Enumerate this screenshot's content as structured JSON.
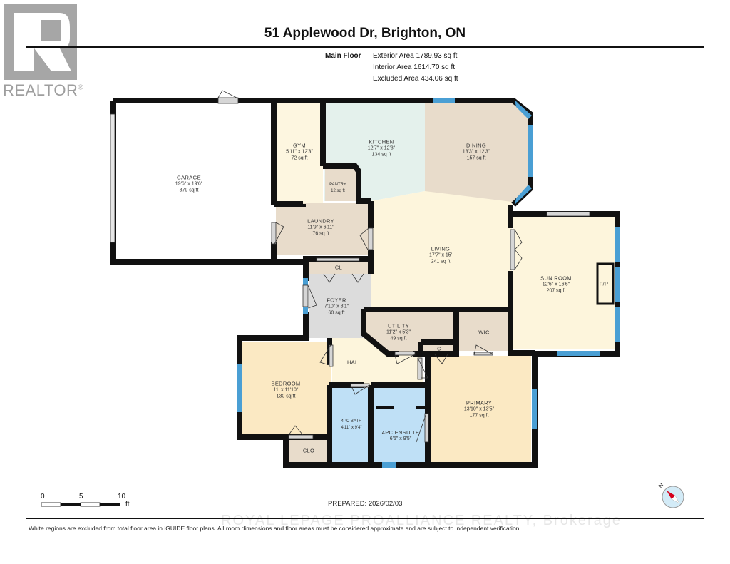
{
  "header": {
    "title": "51 Applewood Dr, Brighton, ON",
    "floor_name": "Main Floor",
    "areas": [
      "Exterior Area 1789.93 sq ft",
      "Interior Area 1614.70 sq ft",
      "Excluded Area 434.06 sq ft"
    ]
  },
  "logo": {
    "text": "REALTOR",
    "mark": "®",
    "icon": "realtor-r-logo"
  },
  "rooms": [
    {
      "id": "garage",
      "name": "GARAGE",
      "dims": "19'6\" x 19'6\"",
      "area": "379 sq ft",
      "color": "#ffffff"
    },
    {
      "id": "gym",
      "name": "GYM",
      "dims": "5'11\" x 12'3\"",
      "area": "72 sq ft",
      "color": "#fdf6e0"
    },
    {
      "id": "kitchen",
      "name": "KITCHEN",
      "dims": "12'7\" x 12'3\"",
      "area": "134 sq ft",
      "color": "#e4f1ec"
    },
    {
      "id": "dining",
      "name": "DINING",
      "dims": "13'3\" x 12'3\"",
      "area": "157 sq ft",
      "color": "#e8dccb"
    },
    {
      "id": "pantry",
      "name": "PANTRY",
      "dims": "",
      "area": "12 sq ft",
      "color": "#e8dccb"
    },
    {
      "id": "laundry",
      "name": "LAUNDRY",
      "dims": "11'9\" x 6'11\"",
      "area": "76 sq ft",
      "color": "#e8dccb"
    },
    {
      "id": "living",
      "name": "LIVING",
      "dims": "17'7\" x 15'",
      "area": "241 sq ft",
      "color": "#fdf5dc"
    },
    {
      "id": "sunroom",
      "name": "SUN ROOM",
      "dims": "12'6\" x 16'6\"",
      "area": "207 sq ft",
      "color": "#fdf5dc"
    },
    {
      "id": "fireplace",
      "name": "F/P",
      "dims": "",
      "area": "",
      "color": "#fdf5dc"
    },
    {
      "id": "cl",
      "name": "CL",
      "dims": "",
      "area": "",
      "color": "#e8dccb"
    },
    {
      "id": "foyer",
      "name": "FOYER",
      "dims": "7'10\" x 8'1\"",
      "area": "60 sq ft",
      "color": "#dcdcdc"
    },
    {
      "id": "utility",
      "name": "UTILITY",
      "dims": "11'2\" x 5'3\"",
      "area": "49 sq ft",
      "color": "#e8dccb"
    },
    {
      "id": "wic",
      "name": "WIC",
      "dims": "",
      "area": "",
      "color": "#e8dccb"
    },
    {
      "id": "c",
      "name": "C",
      "dims": "",
      "area": "",
      "color": "#e8dccb"
    },
    {
      "id": "hall",
      "name": "HALL",
      "dims": "",
      "area": "",
      "color": "#fdf5dc"
    },
    {
      "id": "bedroom",
      "name": "BEDROOM",
      "dims": "11' x 11'10\"",
      "area": "130 sq ft",
      "color": "#fbe9c3"
    },
    {
      "id": "clo",
      "name": "CLO",
      "dims": "",
      "area": "",
      "color": "#e8dccb"
    },
    {
      "id": "bath",
      "name": "4PC BATH",
      "dims": "4'11\" x 9'4\"",
      "area": "",
      "color": "#bfe0f6"
    },
    {
      "id": "ensuite",
      "name": "4PC ENSUITE",
      "dims": "6'5\" x 9'5\"",
      "area": "",
      "color": "#bfe0f6"
    },
    {
      "id": "primary",
      "name": "PRIMARY",
      "dims": "13'10\" x 13'5\"",
      "area": "177 sq ft",
      "color": "#fbe9c3"
    }
  ],
  "footer": {
    "scale": {
      "ticks": [
        "0",
        "5",
        "10"
      ],
      "unit": "ft"
    },
    "prepared": "PREPARED: 2026/02/03",
    "watermark": "ROYAL LEPAGE PROALLIANCE REALTY, Brokerage",
    "disclaimer": "White regions are excluded from total floor area in iGUIDE floor plans. All room dimensions and floor areas must be considered approximate and are subject to independent verification.",
    "compass": {
      "label": "N",
      "icon": "compass-icon"
    }
  },
  "colors": {
    "wall": "#111111",
    "window": "#4a9fd4",
    "door": "#d0d0d0"
  }
}
